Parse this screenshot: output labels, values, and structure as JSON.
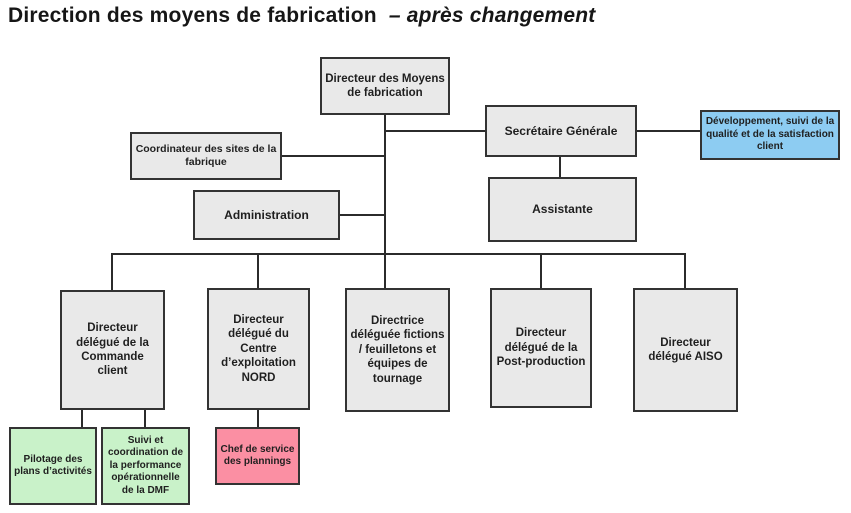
{
  "title": {
    "main": "Direction des moyens de fabrication",
    "suffix": "– après changement"
  },
  "org": {
    "root": "Directeur des Moyens de fabrication",
    "secretary": "Secrétaire Générale",
    "development": "Développement, suivi de la qualité et de la satisfaction client",
    "coordinator": "Coordinateur des sites de la fabrique",
    "administration": "Administration",
    "assistant": "Assistante",
    "delegates": {
      "commande": "Directeur délégué de la Commande client",
      "nord": "Directeur délégué du Centre d’exploitation NORD",
      "fictions": "Directrice déléguée fictions / feuilletons et équipes de tournage",
      "postprod": "Directeur délégué de la Post-production",
      "aiso": "Directeur délégué AISO"
    },
    "sub": {
      "pilotage": "Pilotage des plans d’activités",
      "suivi": "Suivi et coordination de la performance opérationnelle de la DMF",
      "plannings": "Chef de service des plannings"
    }
  },
  "colors": {
    "box_gray": "#e9e9e9",
    "box_blue": "#8dccf2",
    "box_green": "#c9f2c9",
    "box_pink": "#fb8fa3",
    "border": "#333333",
    "line": "#2b2b2b",
    "text": "#1f1f1f"
  }
}
